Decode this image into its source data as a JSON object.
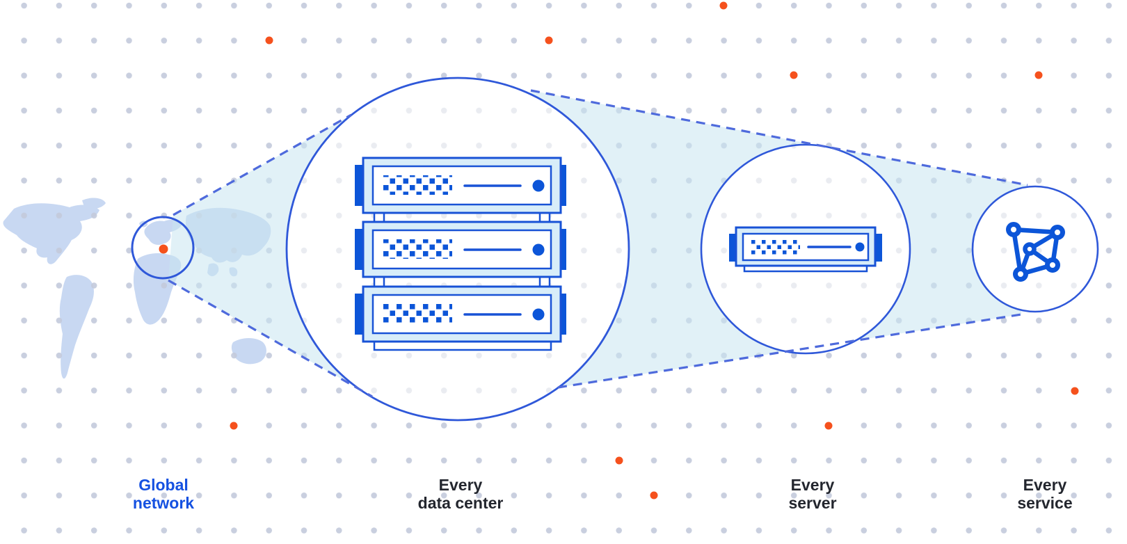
{
  "diagram": {
    "title_semantic": "global network zoom diagram",
    "stages": [
      {
        "name": "global-network",
        "line1": "Global",
        "line2": "network",
        "emphasis": "blue"
      },
      {
        "name": "every-data-center",
        "line1": "Every",
        "line2": "data center",
        "emphasis": "dark"
      },
      {
        "name": "every-server",
        "line1": "Every",
        "line2": "server",
        "emphasis": "dark"
      },
      {
        "name": "every-service",
        "line1": "Every",
        "line2": "service",
        "emphasis": "dark"
      }
    ],
    "icons": [
      "world-map",
      "location-marker-dot",
      "magnify-circle",
      "server-rack-icon",
      "server-icon",
      "network-mesh-icon"
    ],
    "background": {
      "pattern": "dot-grid",
      "orange_dot_count": 10
    }
  },
  "theme": {
    "line-blue": "#2F58D9",
    "dash-blue": "#4E6ADC",
    "accent-blue": "#0C55D8",
    "panel-border": "#1852D6",
    "panel-cyan": "#D8EDF9",
    "map": "#C8D8F2",
    "dot-gray": "#C3CADB",
    "dot-faint": "#EAECF1",
    "orange": "#F5511D",
    "text-dark": "#23262E",
    "text-blue": "#1551E1"
  }
}
